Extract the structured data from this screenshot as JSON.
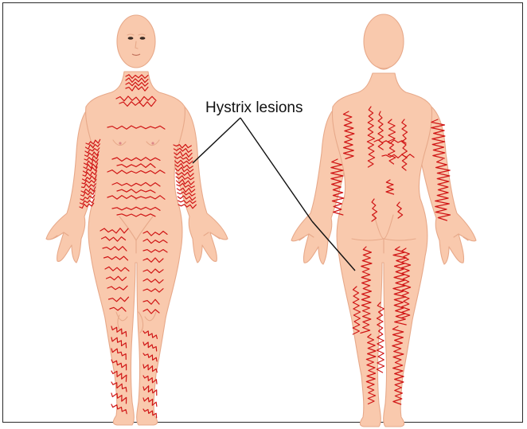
{
  "figure": {
    "label": "Hystrix lesions",
    "colors": {
      "skin": "#f9c9ad",
      "skin_outline": "#e7a98a",
      "lesion": "#d01515",
      "leader_line": "#111111",
      "frame": "#2a2a2a"
    },
    "views": [
      "front-view-body",
      "back-view-body"
    ]
  }
}
